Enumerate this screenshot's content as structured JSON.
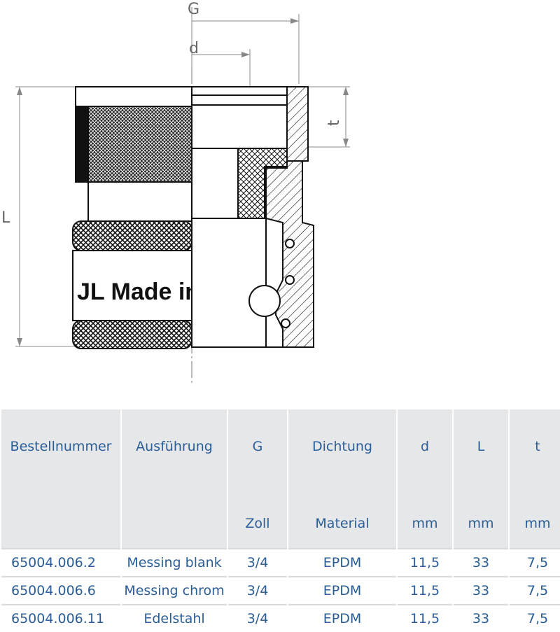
{
  "drawing": {
    "dim_labels": {
      "G": "G",
      "d": "d",
      "L": "L",
      "t": "t"
    },
    "etched_text": "JL Made in"
  },
  "table": {
    "headers": [
      {
        "label": "Bestellnummer",
        "unit": ""
      },
      {
        "label": "Ausführung",
        "unit": ""
      },
      {
        "label": "G",
        "unit": "Zoll"
      },
      {
        "label": "Dichtung",
        "unit": "Material"
      },
      {
        "label": "d",
        "unit": "mm"
      },
      {
        "label": "L",
        "unit": "mm"
      },
      {
        "label": "t",
        "unit": "mm"
      }
    ],
    "rows": [
      [
        "65004.006.2",
        "Messing blank",
        "3/4",
        "EPDM",
        "11,5",
        "33",
        "7,5"
      ],
      [
        "65004.006.6",
        "Messing chrom",
        "3/4",
        "EPDM",
        "11,5",
        "33",
        "7,5"
      ],
      [
        "65004.006.11",
        "Edelstahl",
        "3/4",
        "EPDM",
        "11,5",
        "33",
        "7,5"
      ]
    ]
  },
  "colors": {
    "table_text": "#2a5e98",
    "header_bg": "#e6e7e8",
    "dimension_lines": "#888888"
  }
}
